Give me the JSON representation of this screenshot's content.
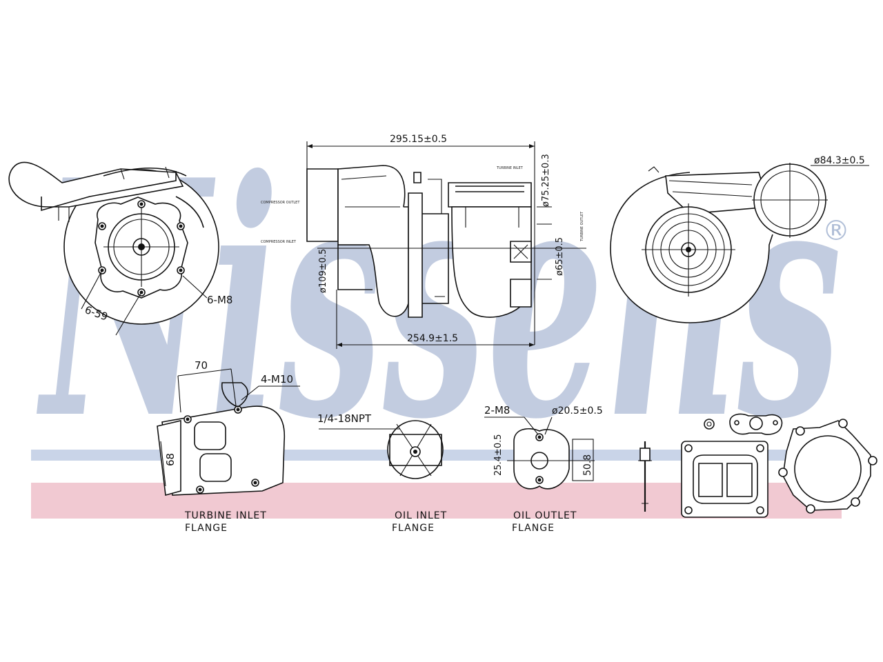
{
  "watermark": {
    "text": "Nissens",
    "registered": "®",
    "color": "#8fa3c6",
    "band_blue": "#c9d4e8",
    "band_pink": "#f1c9d2"
  },
  "dimensions": {
    "overall_length": "295.15±0.5",
    "body_length": "254.9±1.5",
    "outlet_height": "ø75.25±0.3",
    "diameter_65": "ø65±0.5",
    "diameter_109": "ø109±0.5",
    "diameter_84": "ø84.3±0.5",
    "bolt_pattern": "6-M8",
    "bolt_angle": "6-59",
    "turbine_flange_width": "70",
    "turbine_flange_height": "68",
    "turbine_flange_bolts": "4-M10",
    "oil_inlet_thread": "1/4-18NPT",
    "oil_outlet_bolts": "2-M8",
    "oil_outlet_bore": "ø20.5±0.5",
    "oil_outlet_spacing": "25.4±0.5",
    "oil_outlet_height": "50.8"
  },
  "small_labels": {
    "compressor_outlet": "COMPRESSOR OUTLET",
    "compressor_inlet": "COMPRESSOR INLET",
    "turbine_inlet": "TURBINE INLET",
    "turbine_outlet": "TURBINE OUTLET"
  },
  "captions": {
    "turbine_inlet": [
      "TURBINE INLET",
      "FLANGE"
    ],
    "oil_inlet": [
      "OIL INLET",
      "FLANGE"
    ],
    "oil_outlet": [
      "OIL OUTLET",
      "FLANGE"
    ]
  }
}
